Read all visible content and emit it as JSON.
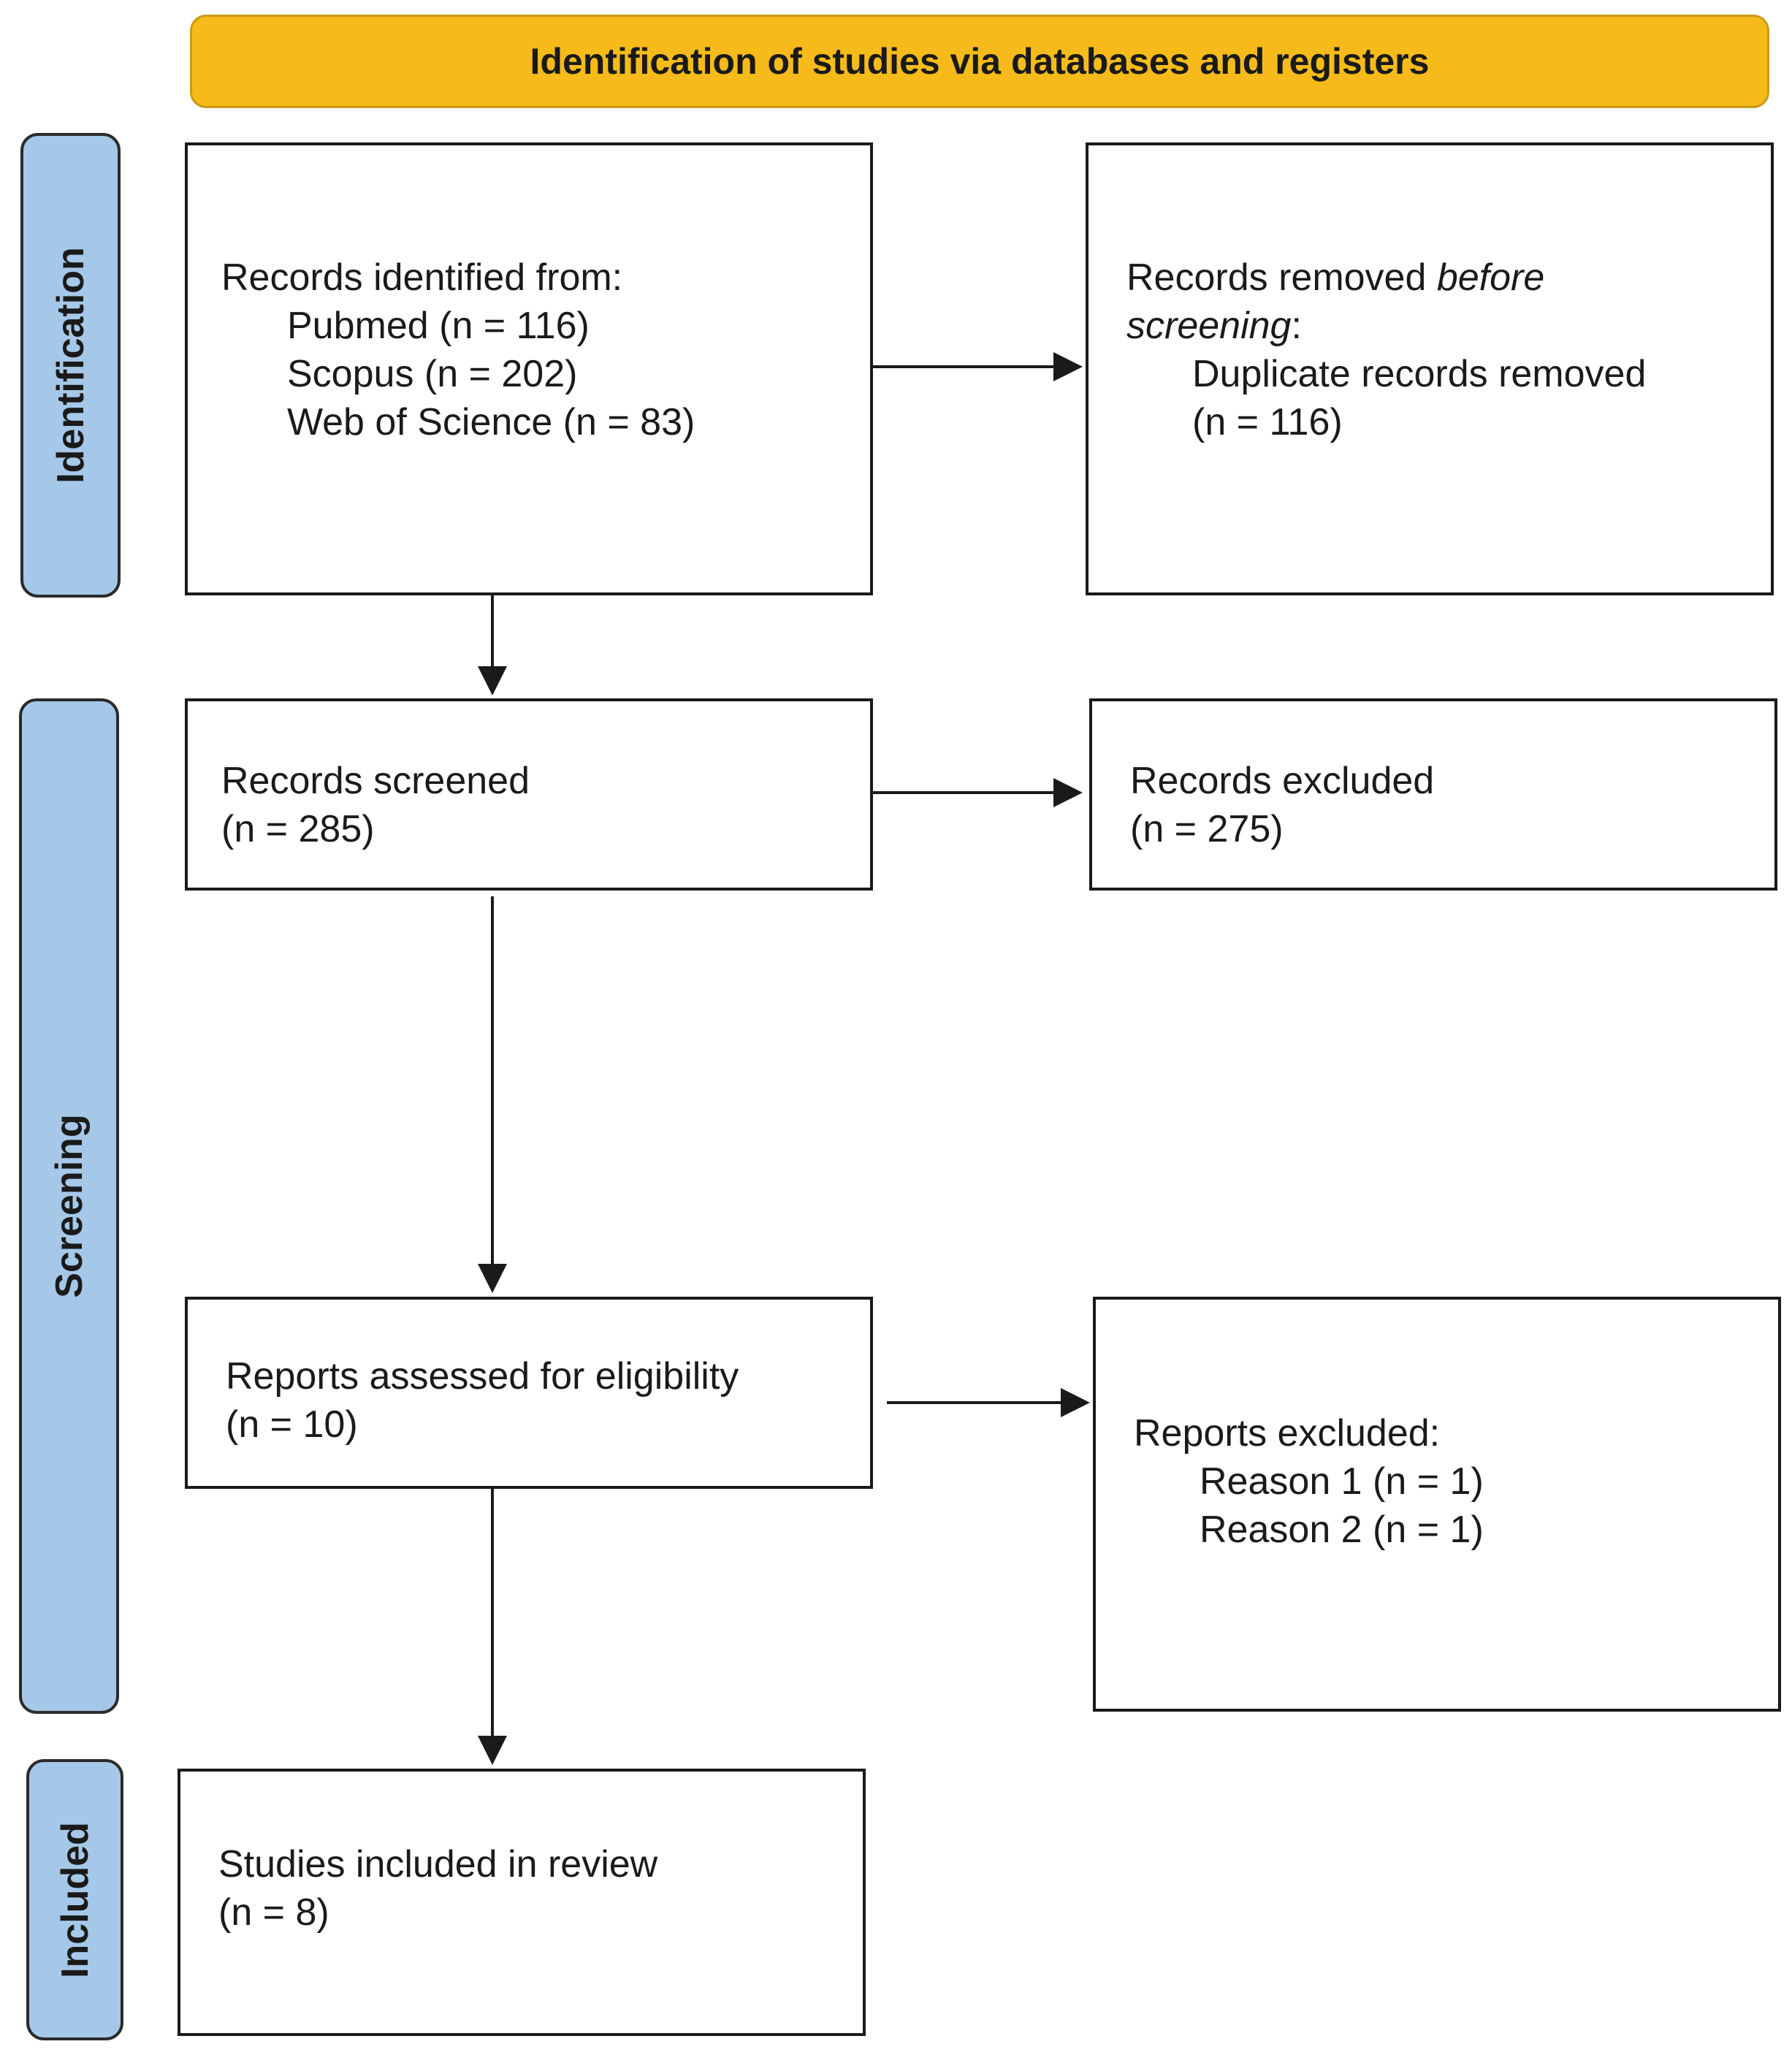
{
  "header": {
    "title": "Identification of studies via databases and registers"
  },
  "phases": {
    "identification": "Identification",
    "screening": "Screening",
    "included": "Included"
  },
  "boxes": {
    "records_identified": {
      "heading": "Records identified from:",
      "sources": [
        "Pubmed (n = 116)",
        "Scopus (n = 202)",
        "Web of Science (n = 83)"
      ]
    },
    "records_removed": {
      "heading_prefix": "Records removed ",
      "heading_italic": "before",
      "heading_italic2": "screening",
      "heading_suffix": ":",
      "detail_line1": "Duplicate records removed",
      "detail_line2": "(n = 116)"
    },
    "records_screened": {
      "label": "Records screened",
      "count": "(n = 285)"
    },
    "records_excluded": {
      "label": "Records excluded",
      "count": "(n = 275)"
    },
    "reports_assessed": {
      "label": "Reports assessed for eligibility",
      "count": "(n = 10)"
    },
    "reports_excluded": {
      "heading": "Reports excluded:",
      "reasons": [
        "Reason 1 (n = 1)",
        "Reason 2 (n = 1)"
      ]
    },
    "studies_included": {
      "label": "Studies included in review",
      "count": "(n = 8)"
    }
  },
  "colors": {
    "banner": "#f6bb1a",
    "phase": "#a6c8e8",
    "stroke": "#1a1a1a"
  }
}
